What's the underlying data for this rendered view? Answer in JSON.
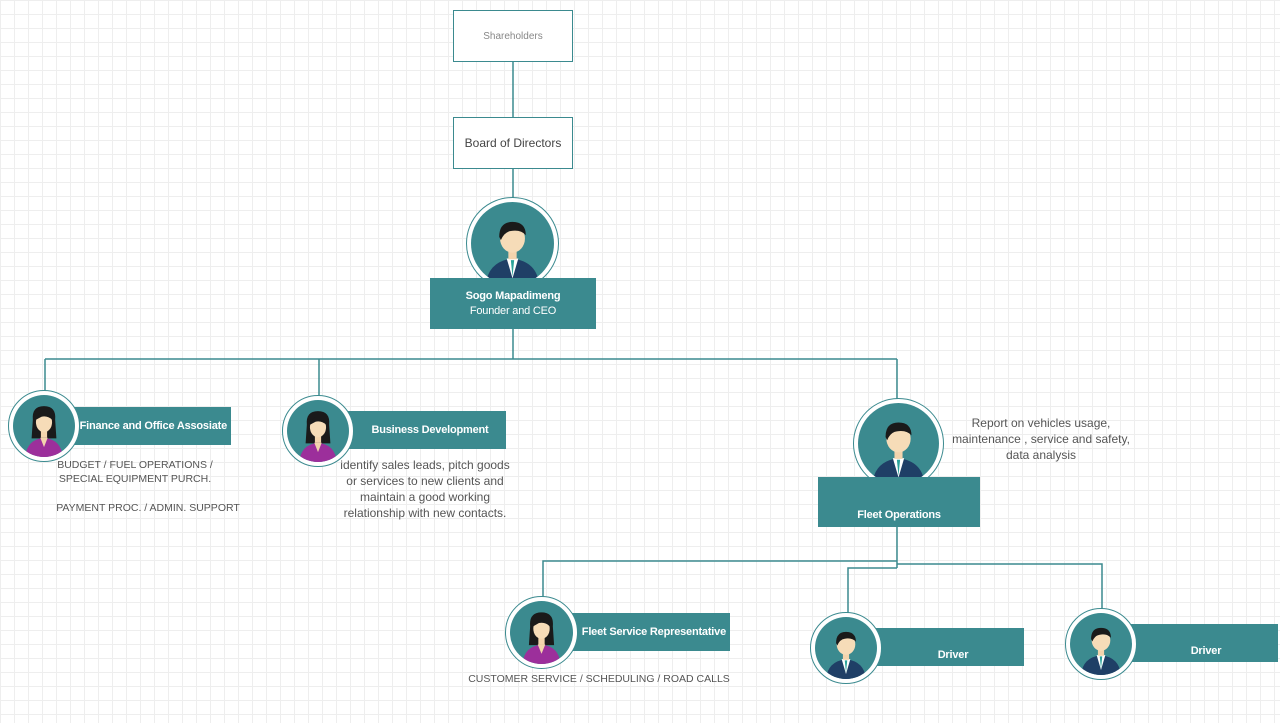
{
  "colors": {
    "accent": "#3b8a8f",
    "connector": "#3b8a8f",
    "grid": "#eeeeee"
  },
  "shareholders": {
    "label": "Shareholders"
  },
  "board": {
    "label": "Board of Directors"
  },
  "ceo": {
    "name": "Sogo Mapadimeng",
    "title": "Founder and CEO",
    "icon": "male-person-icon"
  },
  "finance": {
    "title": "Finance and Office Assosiate",
    "icon": "female-person-icon",
    "duties": [
      "BUDGET / FUEL OPERATIONS /",
      "SPECIAL EQUIPMENT PURCH.",
      "PAYMENT PROC. / ADMIN. SUPPORT"
    ]
  },
  "business_dev": {
    "title": "Business Development",
    "icon": "female-person-icon",
    "description": [
      "identify sales leads, pitch goods",
      "or services to new clients and",
      "maintain a good working",
      "relationship with new contacts."
    ]
  },
  "fleet_ops": {
    "title": "Fleet Operations",
    "icon": "male-person-icon",
    "description": [
      "Report on vehicles usage,",
      "maintenance , service and  safety,",
      "data analysis"
    ]
  },
  "fleet_service": {
    "title": "Fleet Service Representative",
    "icon": "female-person-icon",
    "duties": "CUSTOMER SERVICE / SCHEDULING / ROAD CALLS"
  },
  "driver_1": {
    "title": "Driver",
    "icon": "male-person-icon"
  },
  "driver_2": {
    "title": "Driver",
    "icon": "male-person-icon"
  }
}
